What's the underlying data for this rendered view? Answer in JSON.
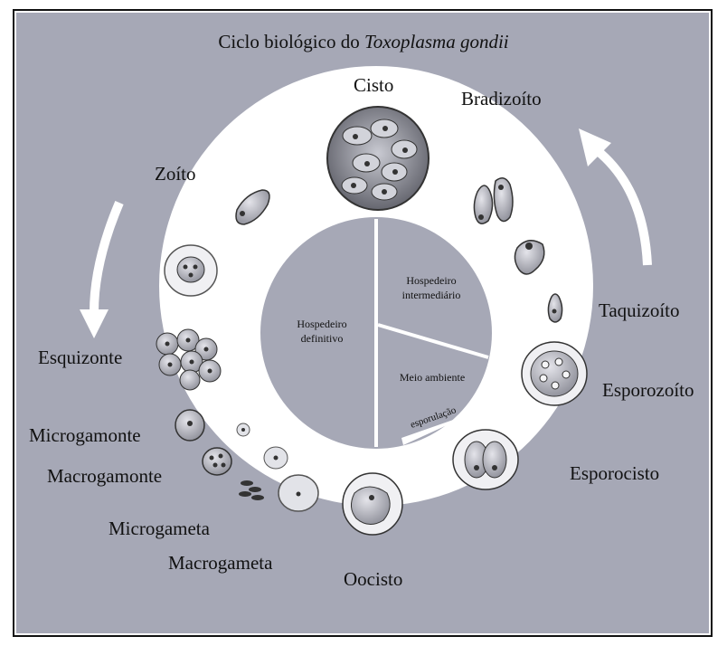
{
  "title": {
    "prefix": "Ciclo biológico do ",
    "species": "Toxoplasma gondii"
  },
  "stages": {
    "cisto": "Cisto",
    "bradizoito": "Bradizoíto",
    "zoito": "Zoíto",
    "esquizonte": "Esquizonte",
    "taquizoito": "Taquizoíto",
    "esporozoito": "Esporozoíto",
    "microgamonte": "Microgamonte",
    "macrogamonte": "Macrogamonte",
    "esporocisto": "Esporocisto",
    "microgameta": "Microgameta",
    "macrogameta": "Macrogameta",
    "oocisto": "Oocisto"
  },
  "center": {
    "definitivo_line1": "Hospedeiro",
    "definitivo_line2": "definitivo",
    "intermediario_line1": "Hospedeiro",
    "intermediario_line2": "intermediário",
    "meio_ambiente": "Meio ambiente",
    "esporulacao": "esporulação"
  },
  "colors": {
    "background": "#a6a8b6",
    "ring": "#ffffff",
    "center": "#a6a8b6",
    "cell_fill": "#b9bac3",
    "cell_dark": "#55565e"
  }
}
